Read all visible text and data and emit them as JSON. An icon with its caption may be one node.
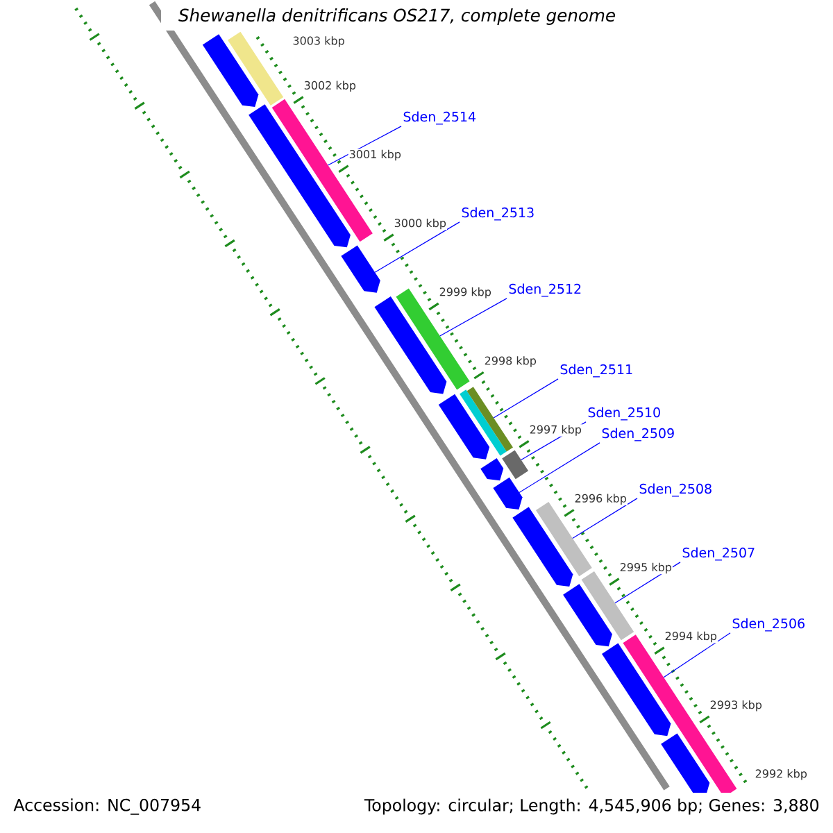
{
  "diagram": {
    "title": "Shewanella denitrificans OS217, complete genome",
    "nodes": [
      {
        "text": [
          "Sden_2514"
        ]
      },
      {
        "text": [
          "Sden_2513"
        ]
      },
      {
        "text": [
          "Sden_2512"
        ]
      },
      {
        "text": [
          "Sden_2511"
        ]
      },
      {
        "text": [
          "Sden_2510"
        ]
      },
      {
        "text": [
          "Sden_2509"
        ]
      },
      {
        "text": [
          "Sden_2508"
        ]
      },
      {
        "text": [
          "Sden_2507"
        ]
      },
      {
        "text": [
          "Sden_2506"
        ]
      },
      {
        "text": [],
        "shape": "bar"
      },
      {
        "text": [],
        "shape": "bar"
      },
      {
        "text": [],
        "shape": "bar"
      },
      {
        "text": [],
        "shape": "bar"
      },
      {
        "text": [],
        "shape": "bar"
      },
      {
        "text": [],
        "shape": "bar"
      },
      {
        "text": [],
        "shape": "bar"
      },
      {
        "text": [],
        "shape": "bar"
      },
      {
        "text": [],
        "shape": "bar"
      },
      {
        "text": [],
        "shape": "arrow"
      },
      {
        "text": [],
        "shape": "arrow"
      },
      {
        "text": [],
        "shape": "arrow"
      },
      {
        "text": [],
        "shape": "arrow"
      },
      {
        "text": [],
        "shape": "arrow"
      },
      {
        "text": [],
        "shape": "arrow"
      },
      {
        "text": [],
        "shape": "arrow"
      },
      {
        "text": [],
        "shape": "arrow"
      },
      {
        "text": [],
        "shape": "arrow"
      },
      {
        "text": [],
        "shape": "arrow"
      },
      {
        "text": [],
        "shape": "arrow"
      }
    ],
    "edges": [
      {
        "from": 0,
        "to": 10,
        "arrow": "none"
      },
      {
        "from": 1,
        "to": 20,
        "arrow": "none"
      },
      {
        "from": 2,
        "to": 11,
        "arrow": "none"
      },
      {
        "from": 3,
        "to": 13,
        "arrow": "none"
      },
      {
        "from": 4,
        "to": 14,
        "arrow": "none"
      },
      {
        "from": 5,
        "to": 24,
        "arrow": "none"
      },
      {
        "from": 6,
        "to": 15,
        "arrow": "none"
      },
      {
        "from": 7,
        "to": 16,
        "arrow": "none"
      },
      {
        "from": 8,
        "to": 17,
        "arrow": "none"
      }
    ],
    "labels": [
      "3003 kbp",
      "3002 kbp",
      "3001 kbp",
      "3000 kbp",
      "2999 kbp",
      "2998 kbp",
      "2997 kbp",
      "2996 kbp",
      "2995 kbp",
      "2994 kbp",
      "2993 kbp",
      "2992 kbp",
      "Accession: NC_007954",
      "Topology: circular; Length: 4,545,906 bp; Genes: 3,880"
    ]
  }
}
